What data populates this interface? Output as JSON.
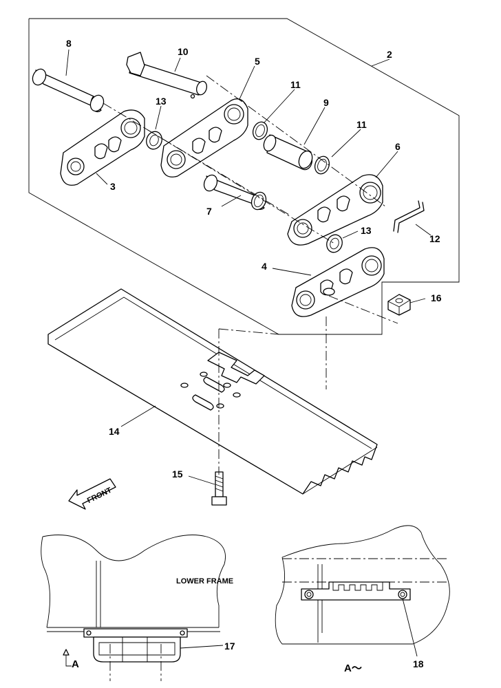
{
  "callouts": {
    "c2": "2",
    "c3": "3",
    "c4": "4",
    "c5": "5",
    "c6": "6",
    "c7": "7",
    "c8": "8",
    "c9": "9",
    "c10": "10",
    "c11a": "11",
    "c11b": "11",
    "c12": "12",
    "c13a": "13",
    "c13b": "13",
    "c14": "14",
    "c15": "15",
    "c16": "16",
    "c17": "17",
    "c18": "18"
  },
  "labels": {
    "front": "FRONT",
    "lower_frame": "LOWER FRAME",
    "view_marker": "A",
    "view_title": "A～"
  }
}
